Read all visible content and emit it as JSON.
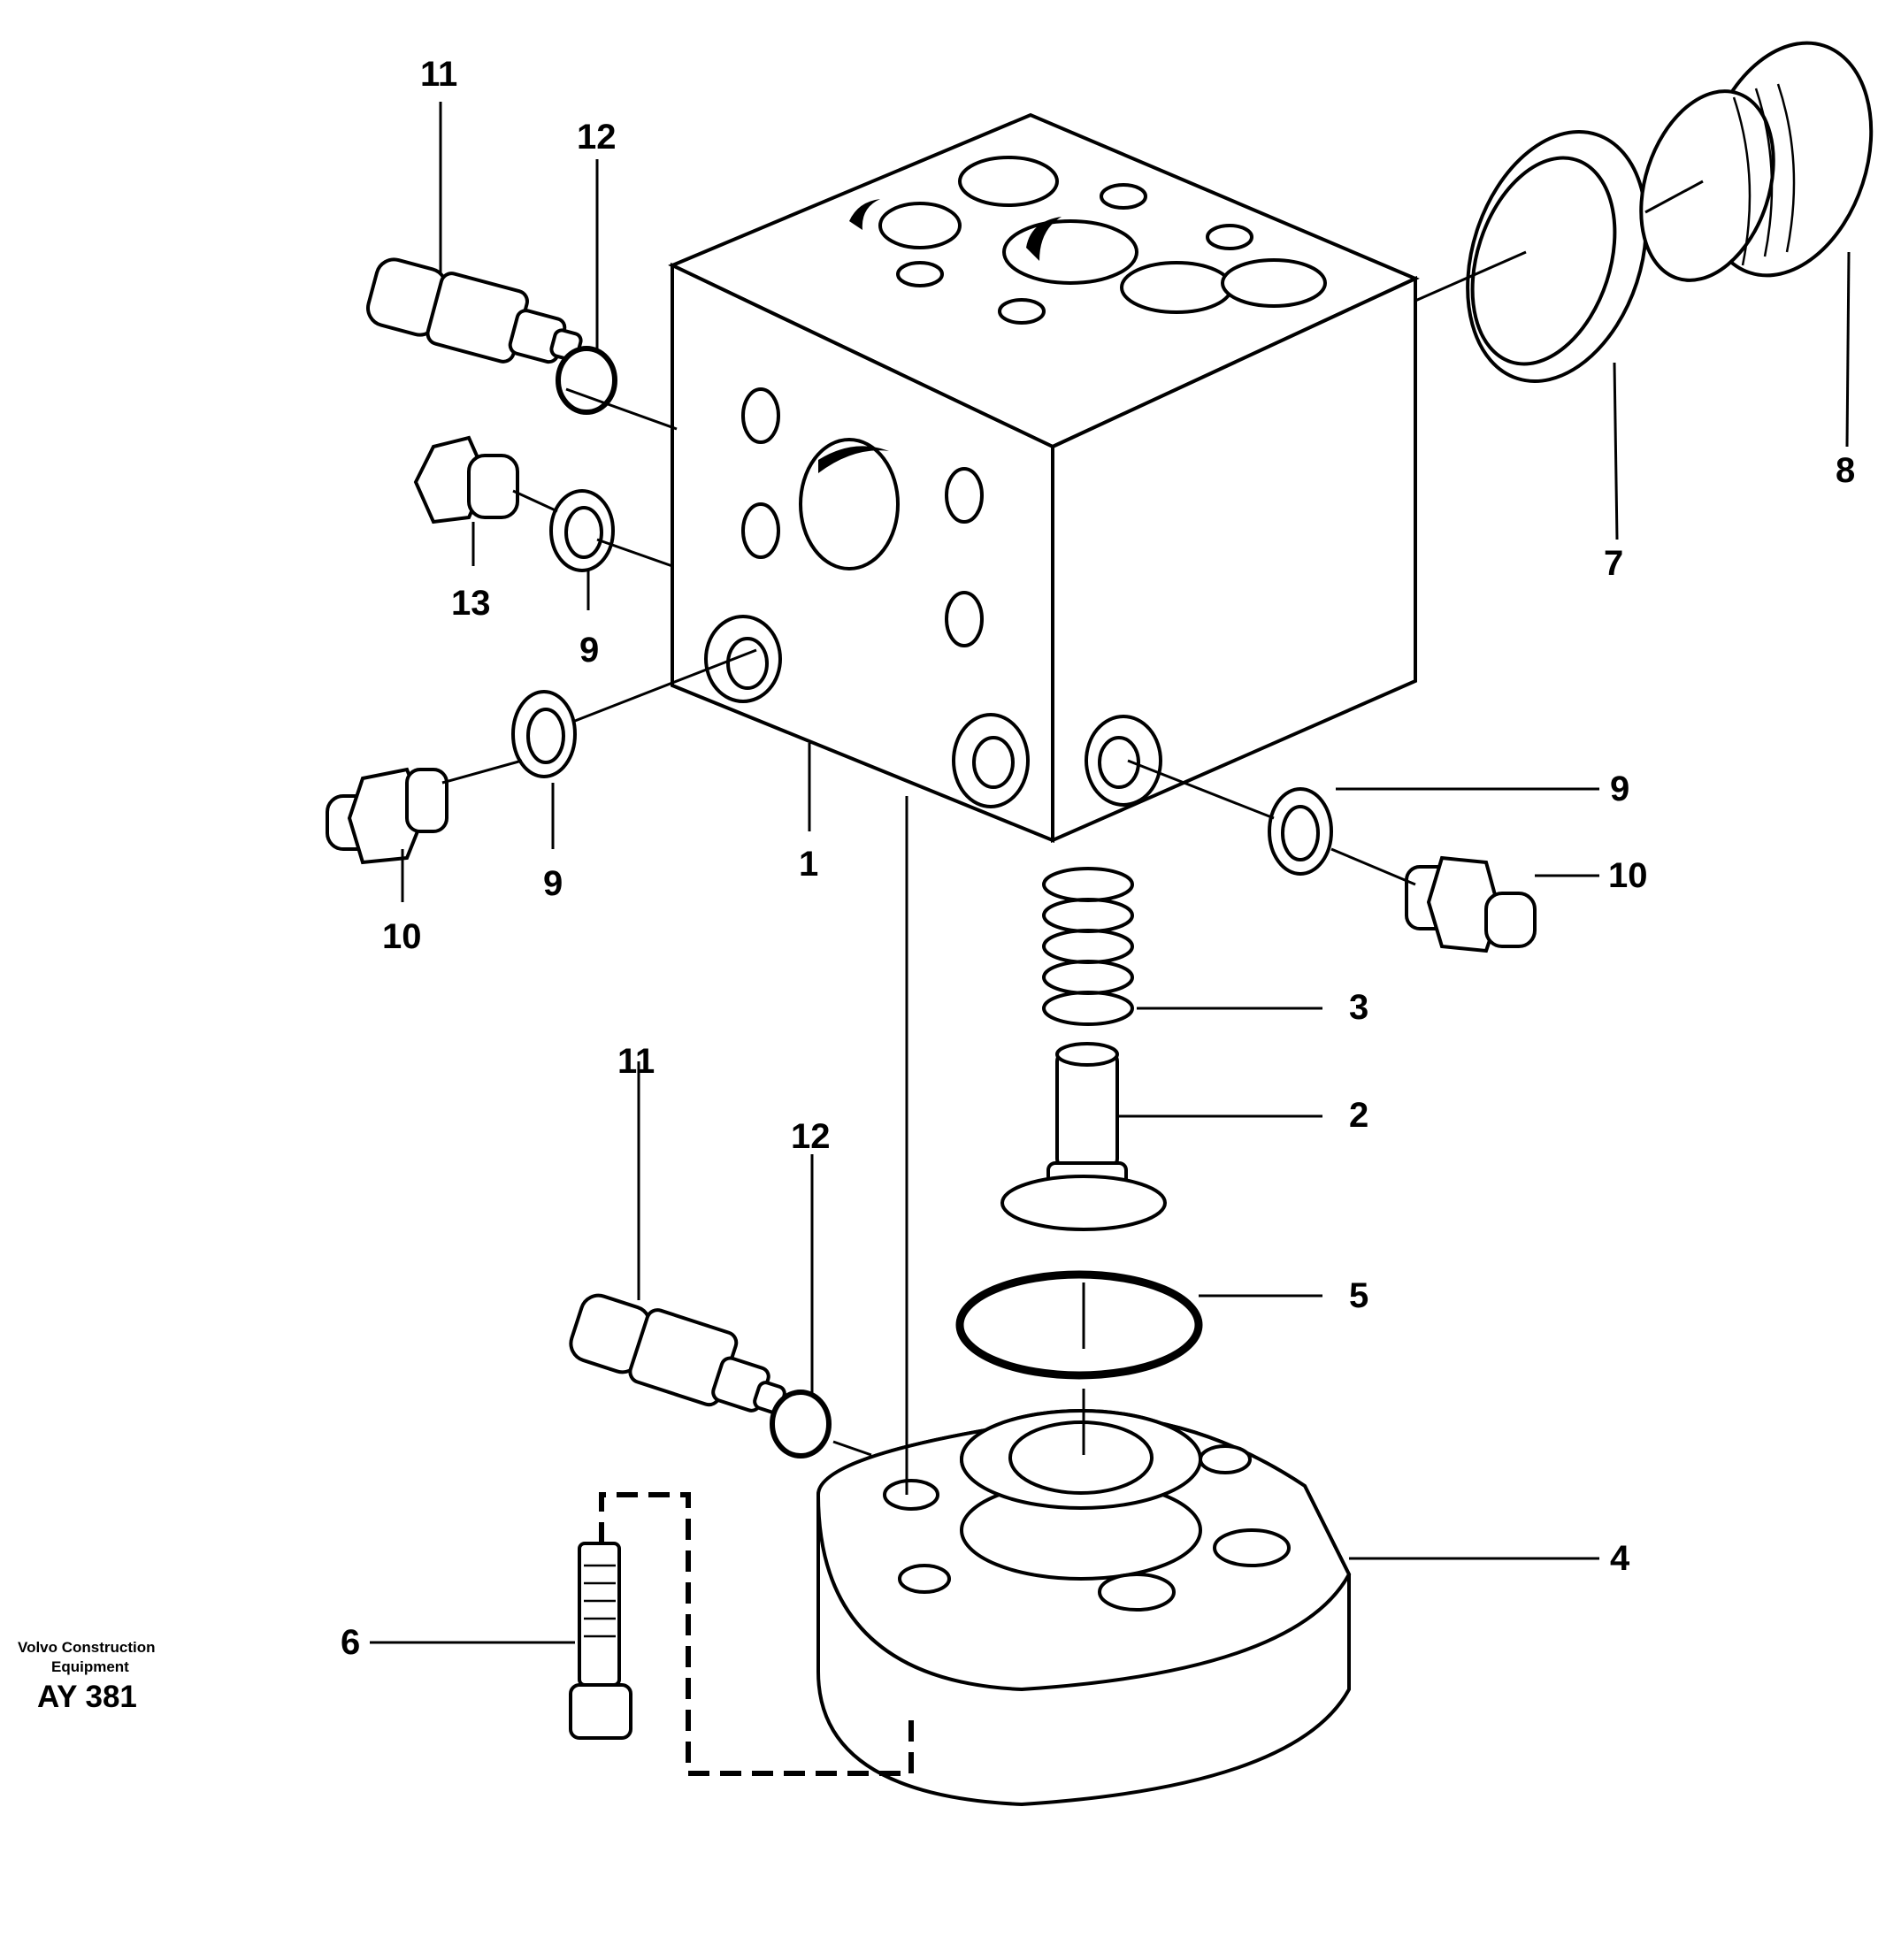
{
  "watermark": {
    "company": "Volvo Construction Equipment",
    "drawing_code": "AY 381"
  },
  "callouts": [
    "1",
    "2",
    "3",
    "4",
    "5",
    "6",
    "7",
    "8",
    "9",
    "10",
    "11",
    "12",
    "13"
  ],
  "parts": [
    "valve-block",
    "valve-stem",
    "spring",
    "flange",
    "o-ring",
    "screw",
    "seal-ring",
    "plug",
    "washer",
    "nipple",
    "valve-cartridge",
    "o-ring-small",
    "hex-plug"
  ]
}
